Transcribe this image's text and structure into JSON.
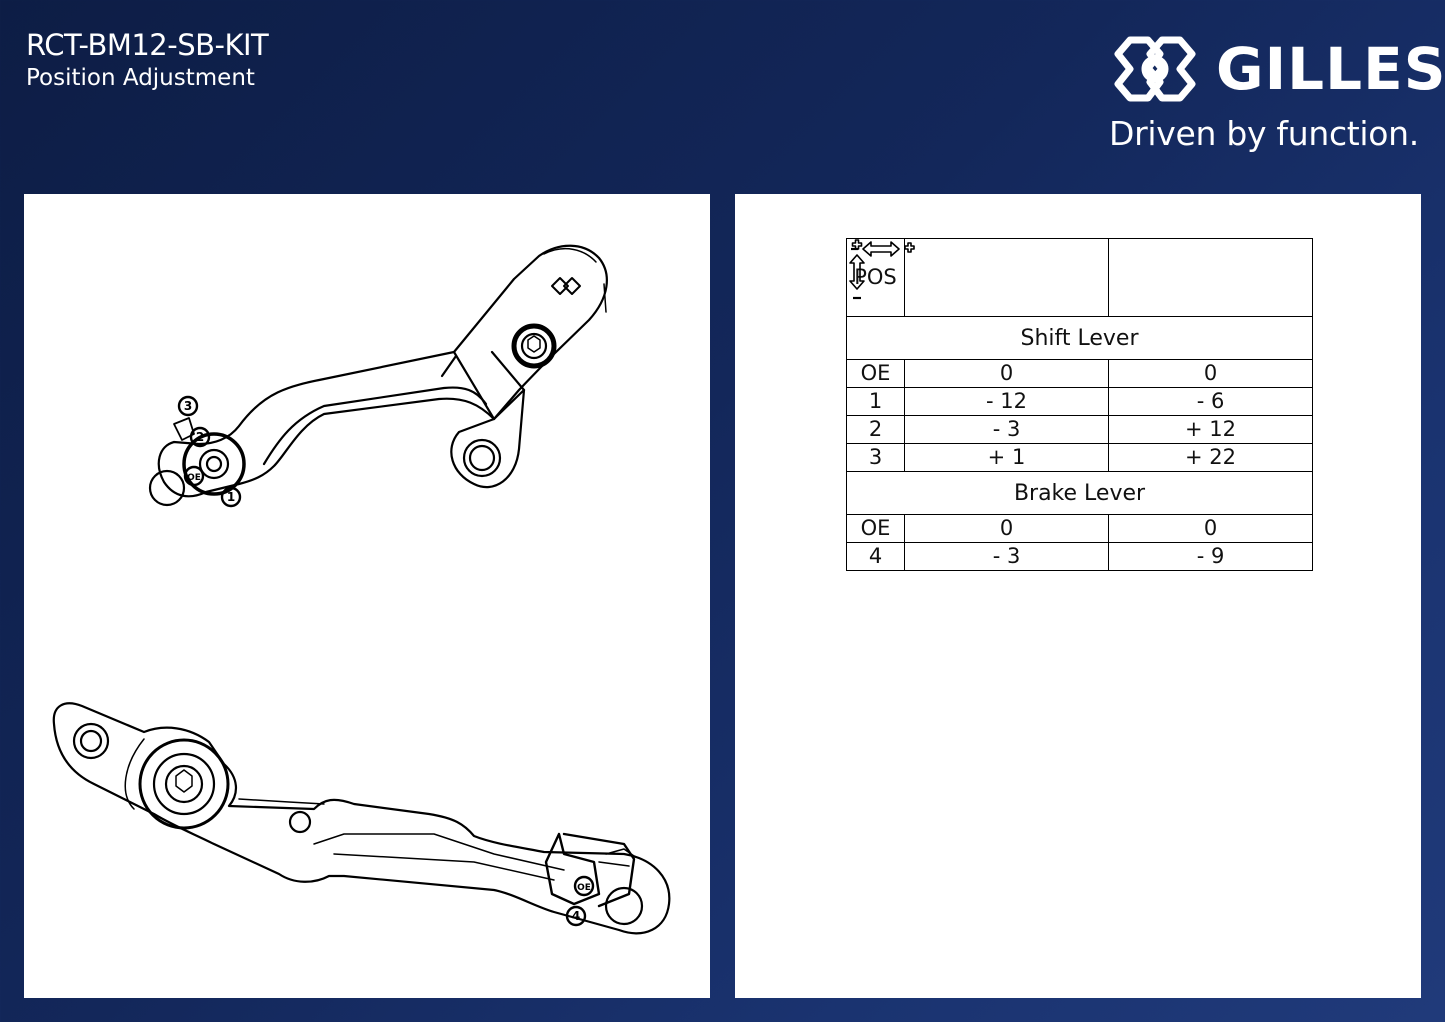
{
  "document": {
    "title": "RCT-BM12-SB-KIT",
    "subtitle": "Position Adjustment"
  },
  "brand": {
    "name": "GILLES",
    "tagline": "Driven by function."
  },
  "drawing": {
    "shift_lever_callouts": [
      "3",
      "2",
      "OE",
      "1"
    ],
    "brake_lever_callouts": [
      "OE",
      "4"
    ]
  },
  "table": {
    "header": {
      "pos": "POS",
      "horizontal_icon": "minus-left-right-arrow-plus-icon",
      "vertical_icon": "plus-up-down-arrow-minus-icon"
    },
    "sections": [
      {
        "title": "Shift Lever",
        "rows": [
          {
            "pos": "OE",
            "h": "0",
            "v": "0"
          },
          {
            "pos": "1",
            "h": "- 12",
            "v": "- 6"
          },
          {
            "pos": "2",
            "h": "- 3",
            "v": "+ 12"
          },
          {
            "pos": "3",
            "h": "+ 1",
            "v": "+ 22"
          }
        ]
      },
      {
        "title": "Brake Lever",
        "rows": [
          {
            "pos": "OE",
            "h": "0",
            "v": "0"
          },
          {
            "pos": "4",
            "h": "- 3",
            "v": "- 9"
          }
        ]
      }
    ]
  },
  "colors": {
    "background_dark": "#0d1d45",
    "background_light": "#203a7a",
    "panel": "#ffffff",
    "text_light": "#ffffff"
  }
}
